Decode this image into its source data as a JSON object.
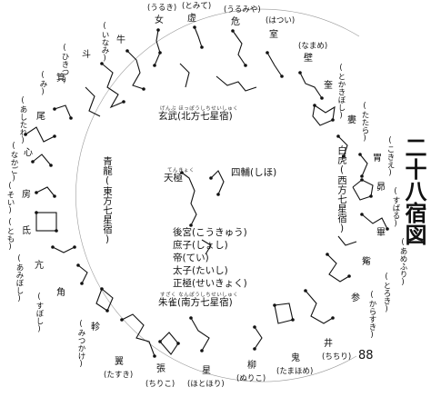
{
  "figure_title": "二十八宿図",
  "page_number": "88",
  "regions": {
    "north": {
      "name": "玄武(北方七星宿)",
      "reading": "げんぶ ほっぽうしちせいしゅく"
    },
    "west": {
      "name": "白虎(西方七星宿)"
    },
    "east": {
      "name": "青龍(東方七星宿)"
    },
    "south": {
      "name": "朱雀(南方七星宿)",
      "reading": "すざく なんぽうしちせいしゅく"
    }
  },
  "center": {
    "tenkyoku": "天極",
    "tenkyoku_reading": "てんきょく",
    "shiho": "四輔(しほ)",
    "kokyu": "後宮(こうきゅう)",
    "shoshi": "庶子(しょし)",
    "tei": "帝(てい)",
    "taishi": "太子(たいし)",
    "seikyoku": "正極(せいきょく)"
  },
  "rim": {
    "uruki_reading": "(うるき)",
    "uruki": "女",
    "tomite_reading": "(とみて)",
    "tomite": "虚",
    "urumiya_reading": "(うるみや)",
    "urumiya": "危",
    "hatsui_reading": "(はつい)",
    "hatsui": "室",
    "namame_reading": "(なまめ)",
    "namame": "壁",
    "tokakiboshi_reading": "(とかきぼし)",
    "tokakiboshi": "奎",
    "tatara_reading": "(たたら)",
    "tatara": "婁",
    "kokie_reading": "(こきえ)",
    "kokie": "胃",
    "subaru_reading": "(すばる)",
    "subaru": "昴",
    "amefuri_reading": "(あめふり)",
    "amefuri": "畢",
    "tokaki_reading": "(とろき)",
    "tokaki": "觜",
    "karasuki_reading": "(からすき)",
    "karasuki": "参",
    "chichiri_reading": "(ちちり)",
    "chichiri": "井",
    "tamahome_reading": "(たまほめ)",
    "tamahome": "鬼",
    "nuriko_reading": "(ぬりこ)",
    "nuriko": "柳",
    "hotohori_reading": "(ほとほり)",
    "hotohori": "星",
    "chiriko_reading": "(ちりこ)",
    "chiriko": "張",
    "tasuki_reading": "(たすき)",
    "tasuki": "翼",
    "mitsukake_reading": "(みつかけ)",
    "mitsukake": "軫",
    "sudare_reading": "(すぼし)",
    "sudare": "角",
    "amiboshi_reading": "(あみぼし)",
    "amiboshi": "亢",
    "tomo_reading": "(とも)",
    "tomo": "氐",
    "soi_reading": "(そい)",
    "soi": "房",
    "nakago_reading": "(なかご)",
    "nakago": "心",
    "ashitare_reading": "(あしたれ)",
    "ashitare": "尾",
    "mi_reading": "(み)",
    "mi": "箕",
    "hikitsu_reading": "(ひきつ)",
    "hikitsu": "斗",
    "inami_reading": "(いなみ)",
    "inami": "牛"
  }
}
